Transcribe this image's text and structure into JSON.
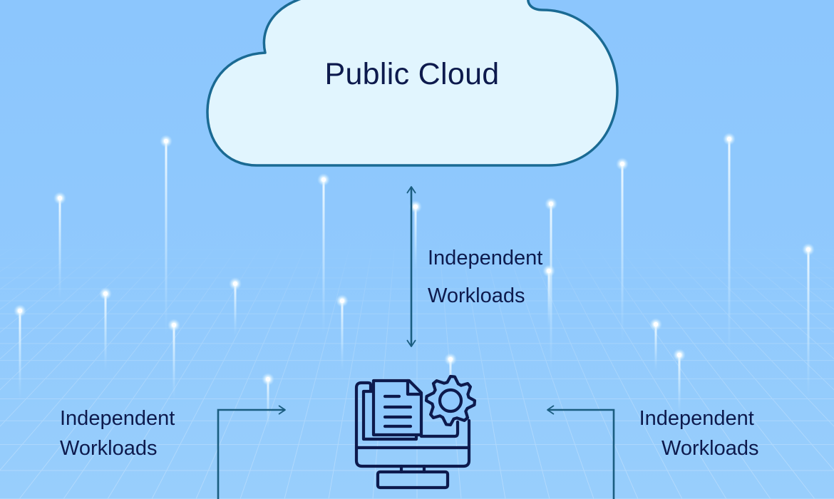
{
  "diagram": {
    "cloud": {
      "title": "Public Cloud"
    },
    "connections": [
      {
        "id": "top",
        "label_line1": "Independent",
        "label_line2": "Workloads"
      },
      {
        "id": "left",
        "label_line1": "Independent",
        "label_line2": "Workloads"
      },
      {
        "id": "right",
        "label_line1": "Independent",
        "label_line2": "Workloads"
      }
    ],
    "center_node": {
      "icon": "computer-with-document-and-gear-icon"
    }
  },
  "colors": {
    "background": "#8cc6fd",
    "cloud_fill": "#e1f5fe",
    "cloud_stroke": "#1a6a93",
    "arrow_stroke": "#1a5d80",
    "icon_stroke": "#0d1a4d",
    "text": "#0d1a4d",
    "grid": "#b4dafc",
    "light_beam": "#e9f8ff"
  }
}
